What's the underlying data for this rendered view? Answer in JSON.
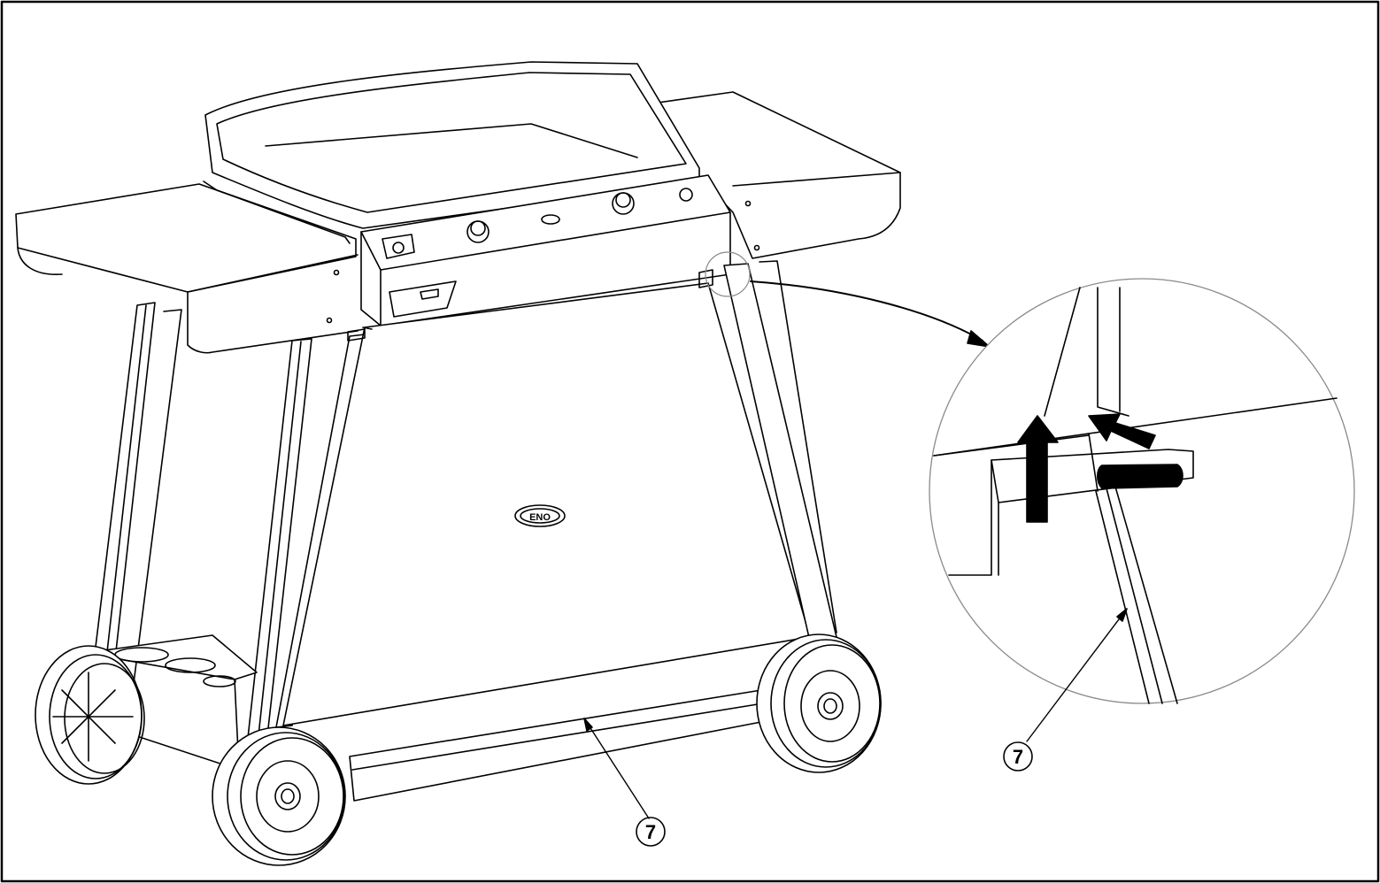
{
  "figure": {
    "brand_badge": "ENO",
    "callouts": [
      {
        "label": "7"
      },
      {
        "label": "7"
      }
    ]
  },
  "colors": {
    "line": "#000000",
    "background": "#ffffff",
    "detail_circle": "#8a8a8a"
  }
}
